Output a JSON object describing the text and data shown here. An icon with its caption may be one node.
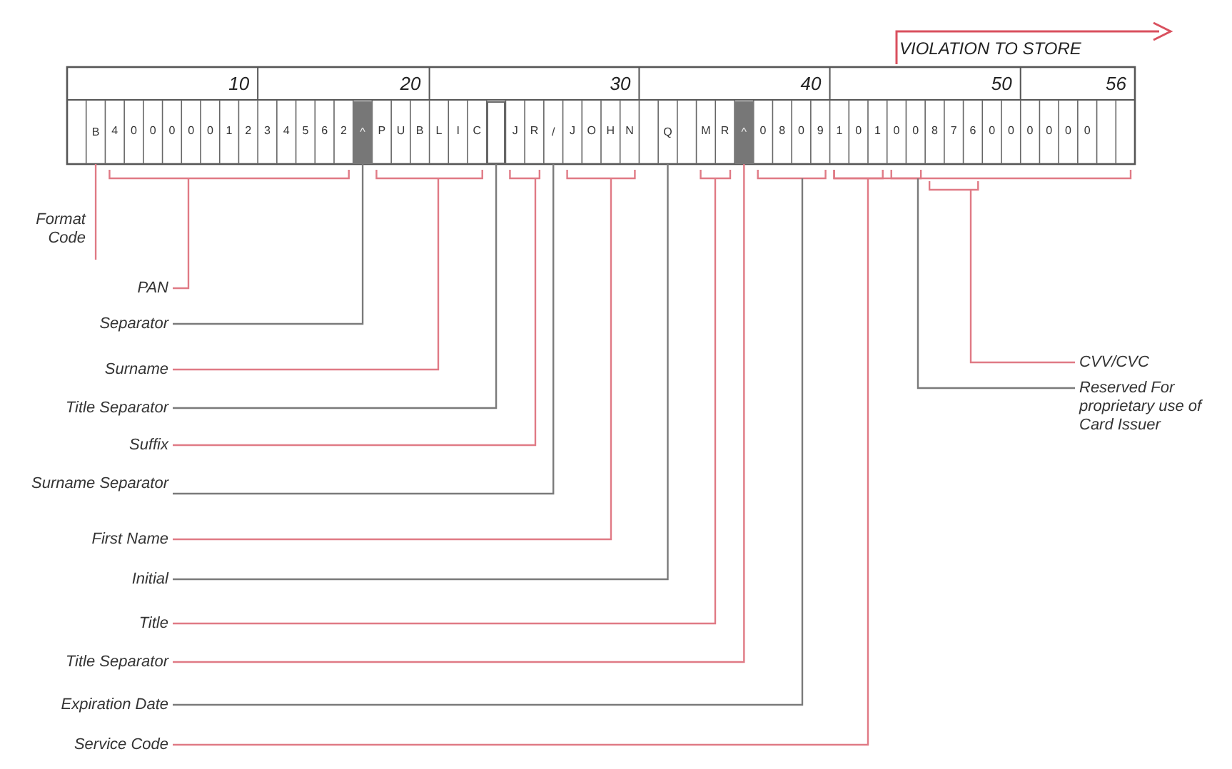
{
  "diagram": {
    "nodes": [
      {
        "text": [
          "Format Code"
        ]
      },
      {
        "text": [
          "PAN"
        ]
      },
      {
        "text": [
          "Separator"
        ]
      },
      {
        "text": [
          "Surname"
        ]
      },
      {
        "text": [
          "Title Separator"
        ]
      },
      {
        "text": [
          "Suffix"
        ]
      },
      {
        "text": [
          "Surname Separator"
        ]
      },
      {
        "text": [
          "First Name"
        ]
      },
      {
        "text": [
          "Initial"
        ]
      },
      {
        "text": [
          "Title"
        ]
      },
      {
        "text": [
          "Title Separator"
        ]
      },
      {
        "text": [
          "Expiration Date"
        ]
      },
      {
        "text": [
          "Service Code"
        ]
      },
      {
        "text": [
          "CVV/CVC"
        ]
      },
      {
        "text": [
          "Reserved For proprietary use of Card Issuer"
        ]
      },
      {
        "text": [
          "B"
        ]
      },
      {
        "text": [
          "^"
        ]
      },
      {
        "text": [],
        "shape": "box"
      },
      {
        "text": [
          "/"
        ]
      },
      {
        "text": [
          "Q"
        ]
      },
      {
        "text": [
          "^"
        ]
      }
    ],
    "edges": [
      {
        "from": 0,
        "to": 15,
        "arrow": "none"
      },
      {
        "from": 1,
        "to": null,
        "arrow": "none"
      },
      {
        "from": 2,
        "to": 16,
        "arrow": "none",
        "color": "#7a7a7a"
      },
      {
        "from": 3,
        "to": null,
        "arrow": "none"
      },
      {
        "from": 4,
        "to": 17,
        "arrow": "none",
        "color": "#7a7a7a"
      },
      {
        "from": 5,
        "to": null,
        "arrow": "none"
      },
      {
        "from": 6,
        "to": 18,
        "arrow": "none",
        "color": "#7a7a7a"
      },
      {
        "from": 7,
        "to": null,
        "arrow": "none"
      },
      {
        "from": 8,
        "to": 19,
        "arrow": "none",
        "color": "#7a7a7a"
      },
      {
        "from": 9,
        "to": null,
        "arrow": "none"
      },
      {
        "from": 10,
        "to": 20,
        "arrow": "none"
      },
      {
        "from": 11,
        "to": null,
        "arrow": "none",
        "color": "#7a7a7a"
      },
      {
        "from": 12,
        "to": null,
        "arrow": "none"
      },
      {
        "from": 13,
        "to": null,
        "arrow": "none"
      },
      {
        "from": 14,
        "to": null,
        "arrow": "none",
        "color": "#7a7a7a"
      }
    ],
    "labels": [
      "VIOLATION TO STORE",
      "10",
      "20",
      "30",
      "40",
      "50",
      "56",
      "4",
      "0",
      "0",
      "0",
      "0",
      "0",
      "1",
      "2",
      "3",
      "4",
      "5",
      "6",
      "2",
      "P",
      "U",
      "B",
      "L",
      "I",
      "C",
      "J",
      "R",
      "J",
      "O",
      "H",
      "N",
      "M",
      "R",
      "0",
      "8",
      "0",
      "9",
      "1",
      "0",
      "1",
      "0",
      "0",
      "8",
      "7",
      "6",
      "0",
      "0",
      "0",
      "0",
      "0",
      "0"
    ]
  }
}
